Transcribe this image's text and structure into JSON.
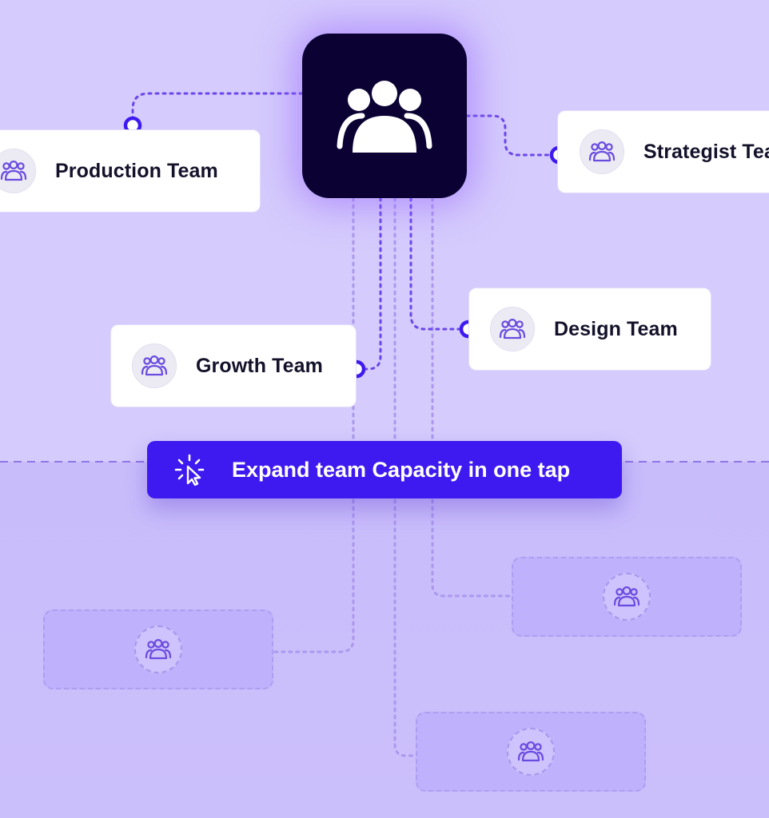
{
  "hub": {
    "icon": "team-icon"
  },
  "teams": [
    {
      "id": "production",
      "label": "Production Team",
      "icon": "team-icon"
    },
    {
      "id": "strategist",
      "label": "Strategist Team",
      "icon": "team-icon"
    },
    {
      "id": "design",
      "label": "Design Team",
      "icon": "team-icon"
    },
    {
      "id": "growth",
      "label": "Growth Team",
      "icon": "team-icon"
    }
  ],
  "cta": {
    "label": "Expand team Capacity in one tap",
    "icon": "click-cursor-icon"
  },
  "placeholders": [
    {
      "icon": "team-icon"
    },
    {
      "icon": "team-icon"
    },
    {
      "icon": "team-icon"
    }
  ],
  "colors": {
    "background": "#d5cbfc",
    "hub": "#0b0233",
    "accent": "#3f1af0",
    "connector": "#6a47ea",
    "icon": "#6a4be0"
  }
}
